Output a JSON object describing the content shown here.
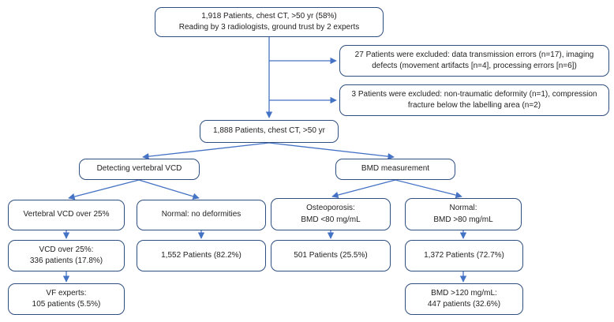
{
  "diagram": {
    "type": "flowchart",
    "description": "Patient inclusion/exclusion flow for chest CT study",
    "colors": {
      "box_border": "#2e4f7f",
      "arrow": "#4472C4",
      "text": "#1f1f1f",
      "bg": "#ffffff"
    },
    "nodes": {
      "patients_1918": {
        "lines": [
          "1,918 Patients, chest CT, >50 yr (58%)",
          "Reading by 3 radiologists, ground trust by 2 experts"
        ]
      },
      "excluded_27": {
        "lines": [
          "27 Patients were excluded: data transmission errors (n=17), imaging",
          "defects (movement artifacts [n=4], processing errors [n=6])"
        ]
      },
      "excluded_3": {
        "lines": [
          "3 Patients were excluded: non-traumatic deformity (n=1), compression",
          "fracture below the labelling area (n=2)"
        ]
      },
      "patients_1888": {
        "lines": [
          "1,888 Patients, chest CT, >50 yr"
        ]
      },
      "detecting_vcd": {
        "lines": [
          "Detecting vertebral VCD"
        ]
      },
      "bmd_measurement": {
        "lines": [
          "BMD measurement"
        ]
      },
      "vcd_over_25": {
        "lines": [
          "Vertebral VCD over 25%"
        ]
      },
      "normal_no_deformities": {
        "lines": [
          "Normal: no deformities"
        ]
      },
      "osteoporosis": {
        "lines": [
          "Osteoporosis:",
          "BMD <80 mg/mL"
        ]
      },
      "normal_bmd_80": {
        "lines": [
          "Normal:",
          "BMD >80 mg/mL"
        ]
      },
      "vcd_336": {
        "lines": [
          "VCD over 25%:",
          "336 patients (17.8%)"
        ]
      },
      "patients_1552": {
        "lines": [
          "1,552 Patients (82.2%)"
        ]
      },
      "patients_501": {
        "lines": [
          "501 Patients (25.5%)"
        ]
      },
      "patients_1372": {
        "lines": [
          "1,372 Patients (72.7%)"
        ]
      },
      "vf_experts": {
        "lines": [
          "VF experts:",
          "105 patients (5.5%)"
        ]
      },
      "bmd_over_120": {
        "lines": [
          "BMD >120 mg/mL:",
          "447 patients (32.6%)"
        ]
      }
    }
  }
}
